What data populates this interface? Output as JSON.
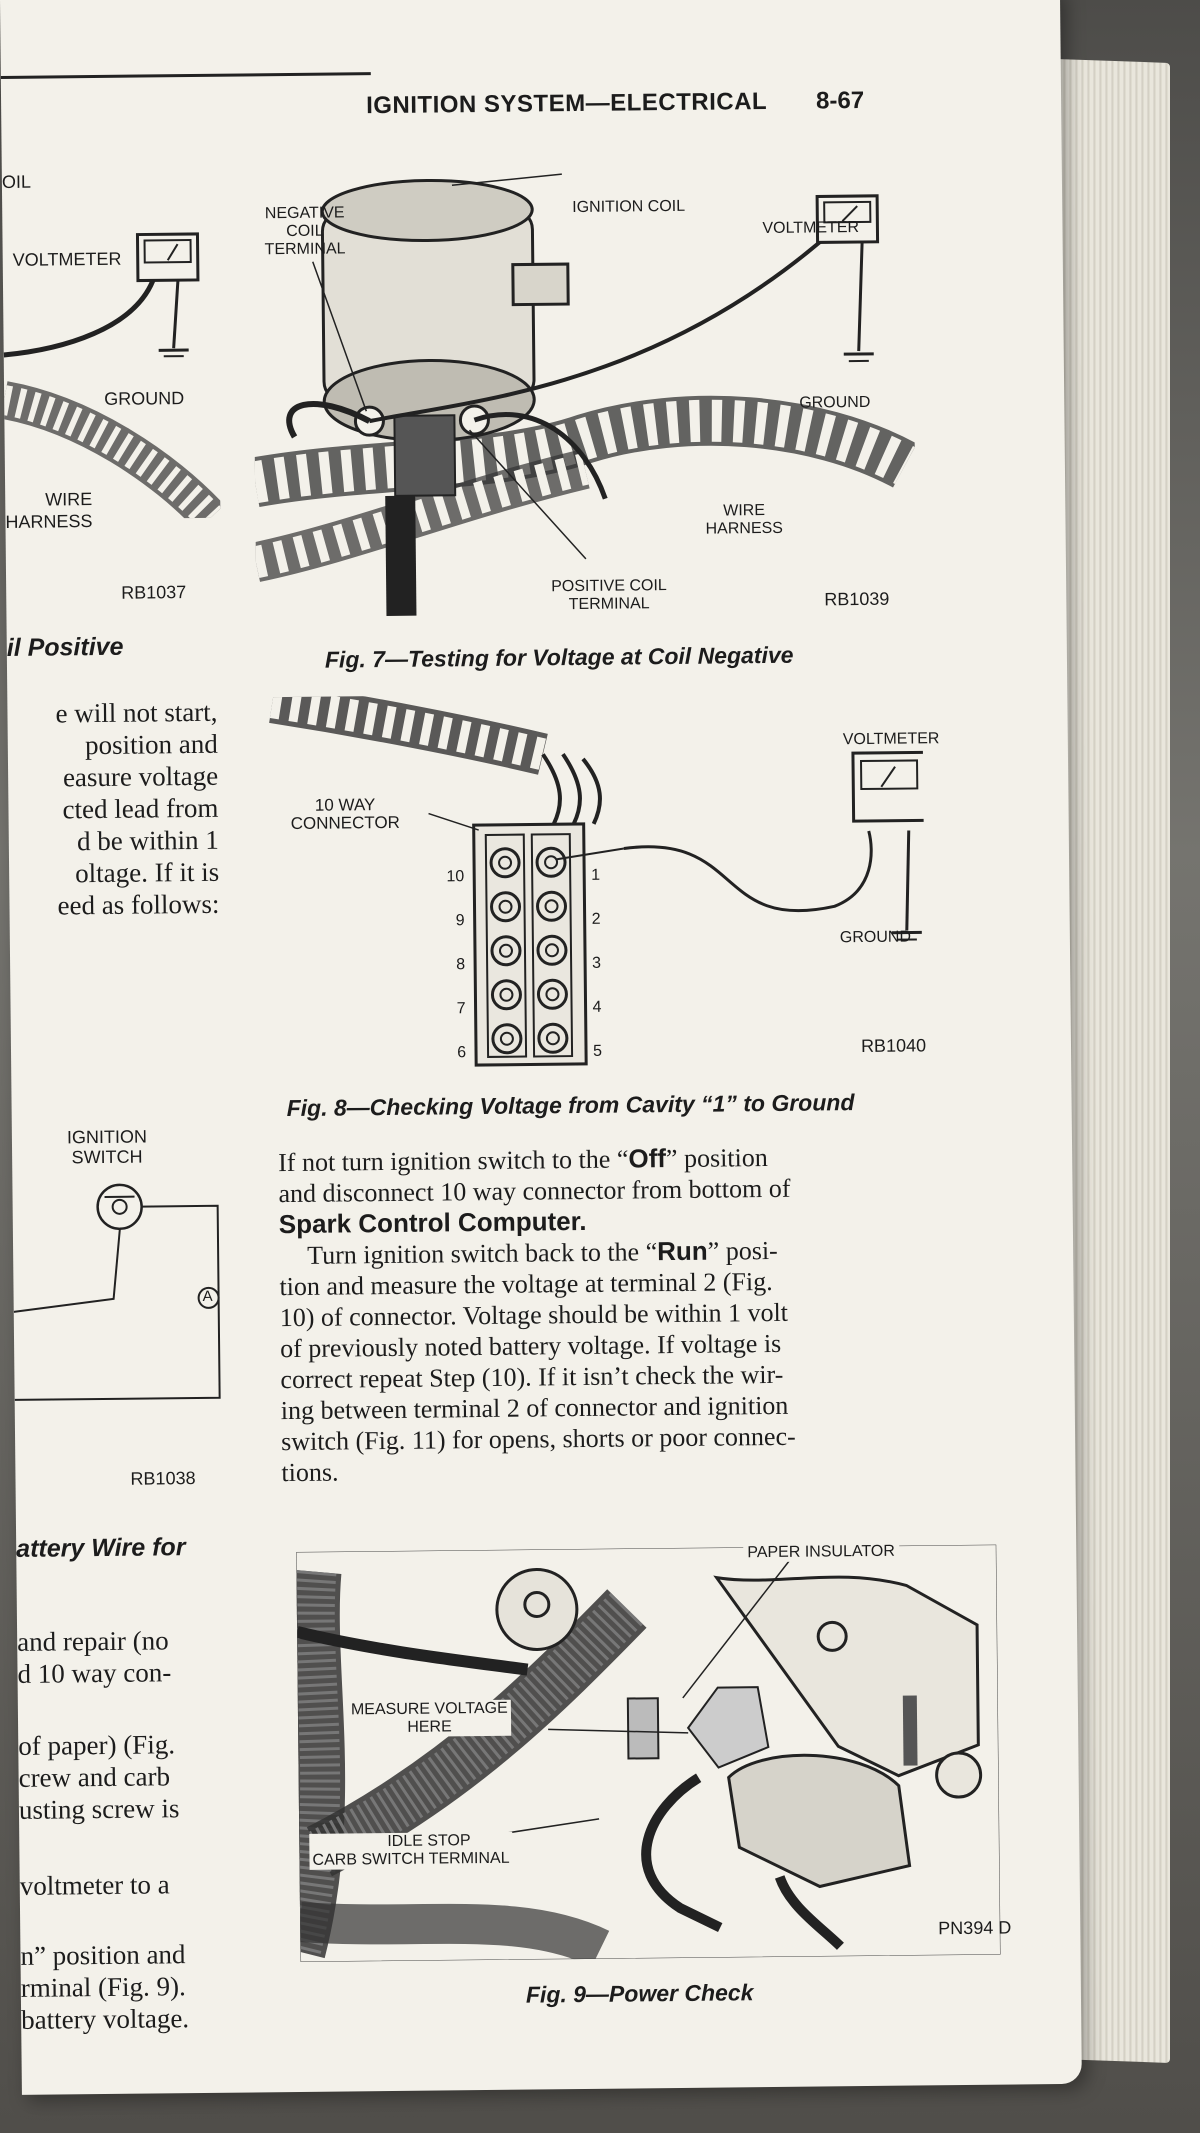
{
  "header": {
    "title": "IGNITION SYSTEM—ELECTRICAL",
    "page": "8-67"
  },
  "left_column": {
    "fig6_fragment": {
      "top_label": "OIL",
      "voltmeter": "VOLTMETER",
      "ground": "GROUND",
      "wire_harness": [
        "WIRE",
        "HARNESS"
      ],
      "code": "RB1037"
    },
    "heading_fragment": "il Positive",
    "text_lines": [
      "e will not start,",
      "position and",
      "easure voltage",
      "cted lead from",
      "d be within 1",
      "oltage. If it is",
      "eed as follows:"
    ],
    "ignition_switch": [
      "IGNITION",
      "SWITCH"
    ],
    "marker": "A",
    "fig_code": "RB1038",
    "heading2_fragment": "attery Wire for",
    "text_lines2": [
      "and repair (no",
      "d 10 way con-"
    ],
    "text_lines3": [
      "of paper) (Fig.",
      "crew and carb",
      "usting screw is"
    ],
    "text_lines4": [
      "voltmeter to a"
    ],
    "text_lines5": [
      "n” position and",
      "rminal (Fig. 9).",
      "battery voltage."
    ]
  },
  "fig7": {
    "negative_terminal": [
      "NEGATIVE",
      "COIL",
      "TERMINAL"
    ],
    "ignition_coil": "IGNITION COIL",
    "voltmeter": "VOLTMETER",
    "ground": "GROUND",
    "wire_harness": [
      "WIRE",
      "HARNESS"
    ],
    "positive_terminal": [
      "POSITIVE COIL",
      "TERMINAL"
    ],
    "code": "RB1039",
    "caption": "Fig. 7—Testing for Voltage at Coil Negative"
  },
  "fig8": {
    "voltmeter": "VOLTMETER",
    "connector": [
      "10 WAY",
      "CONNECTOR"
    ],
    "left_numbers": [
      "10",
      "9",
      "8",
      "7",
      "6"
    ],
    "right_numbers": [
      "1",
      "2",
      "3",
      "4",
      "5"
    ],
    "ground": "GROUND",
    "code": "RB1040",
    "caption": "Fig. 8—Checking Voltage from Cavity “1” to Ground"
  },
  "paragraph1": {
    "line1_pre": "If not turn ignition switch to the “",
    "line1_bold": "Off",
    "line1_post": "” position",
    "line2": "and disconnect 10 way connector from bottom of",
    "line3_bold": "Spark Control Computer."
  },
  "paragraph2": {
    "line1_pre": "Turn ignition switch back to the “",
    "line1_bold": "Run",
    "line1_post": "” posi-",
    "lines": [
      "tion and measure the voltage at terminal 2 (Fig.",
      "10) of connector. Voltage should be within 1 volt",
      "of previously noted battery voltage. If voltage is",
      "correct repeat Step (10). If it isn’t check the wir-",
      "ing between terminal 2 of connector and ignition",
      "switch (Fig. 11) for opens, shorts or poor connec-",
      "tions."
    ]
  },
  "fig9": {
    "paper_insulator": "PAPER INSULATOR",
    "measure_voltage": [
      "MEASURE VOLTAGE",
      "HERE"
    ],
    "idle_stop": [
      "IDLE STOP",
      "CARB SWITCH TERMINAL"
    ],
    "code": "PN394 D",
    "caption": "Fig. 9—Power Check"
  }
}
